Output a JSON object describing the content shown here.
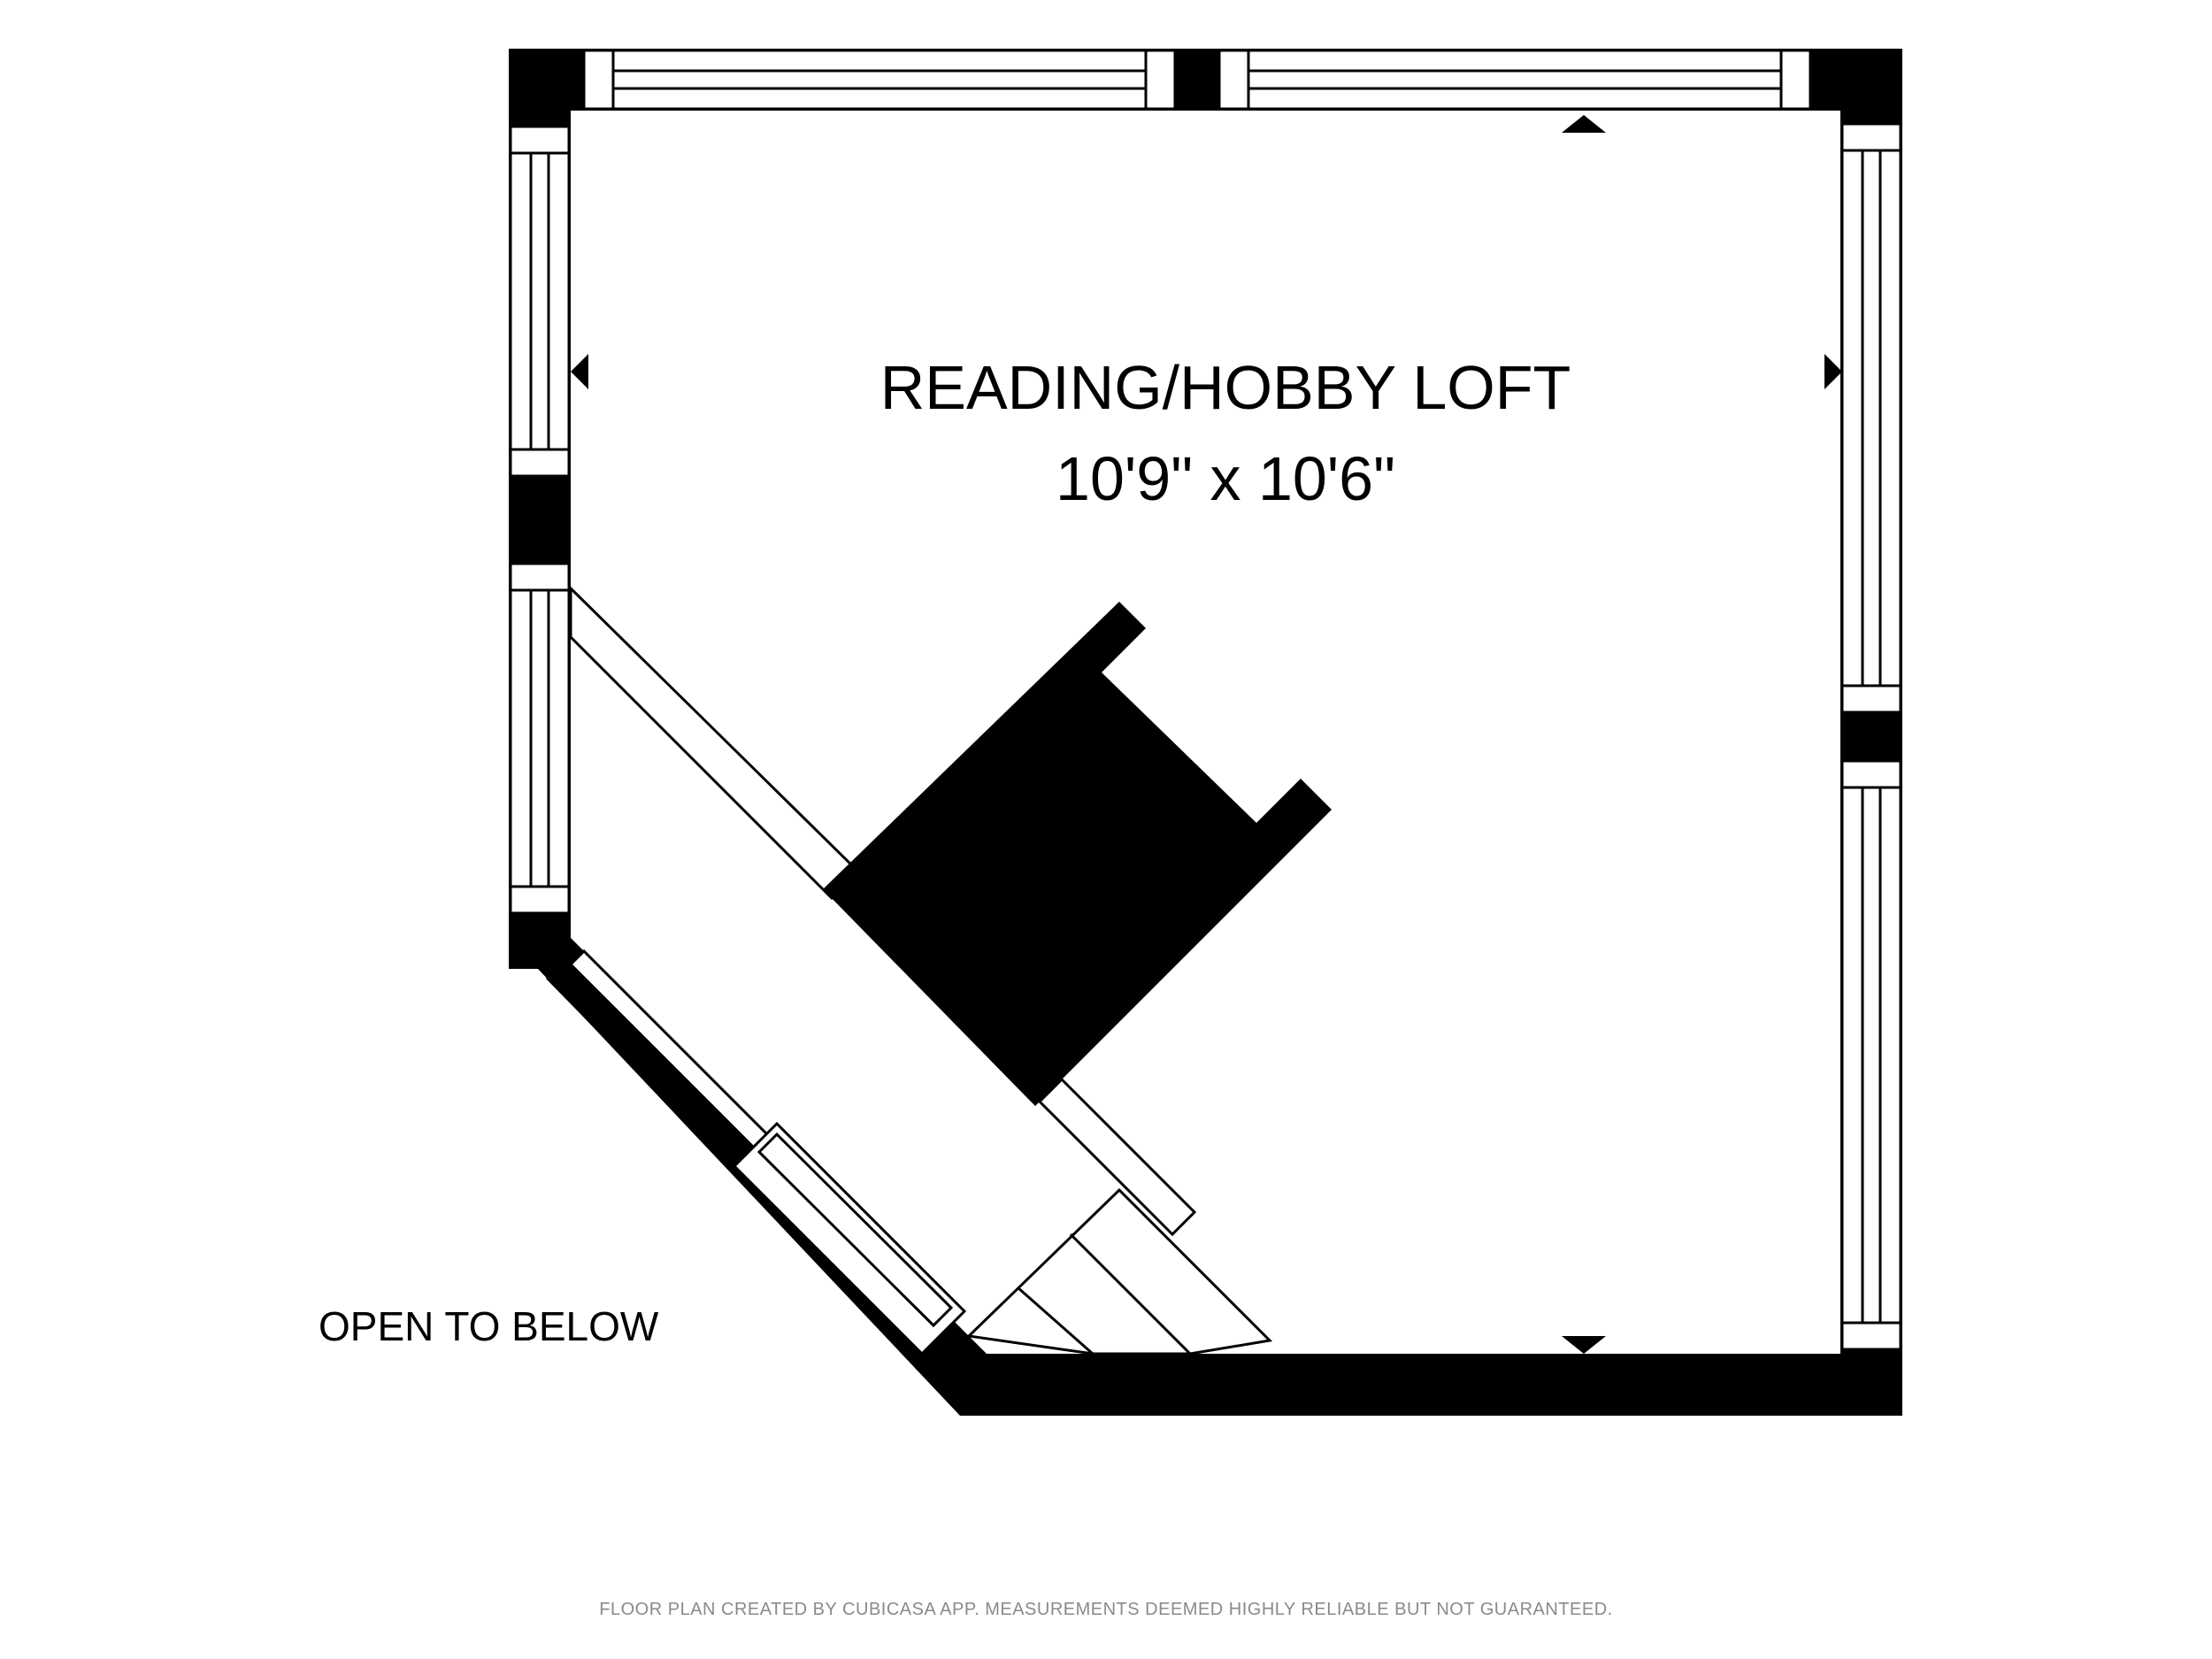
{
  "room": {
    "name": "READING/HOBBY LOFT",
    "dimensions": "10'9\" x 10'6\""
  },
  "labels": {
    "open_to_below": "OPEN TO BELOW"
  },
  "footer": {
    "disclaimer": "FLOOR PLAN CREATED BY CUBICASA APP. MEASUREMENTS DEEMED HIGHLY RELIABLE BUT NOT GUARANTEED."
  },
  "colors": {
    "wall": "#000000",
    "background": "#ffffff",
    "footer_text": "#8a8a8a"
  }
}
